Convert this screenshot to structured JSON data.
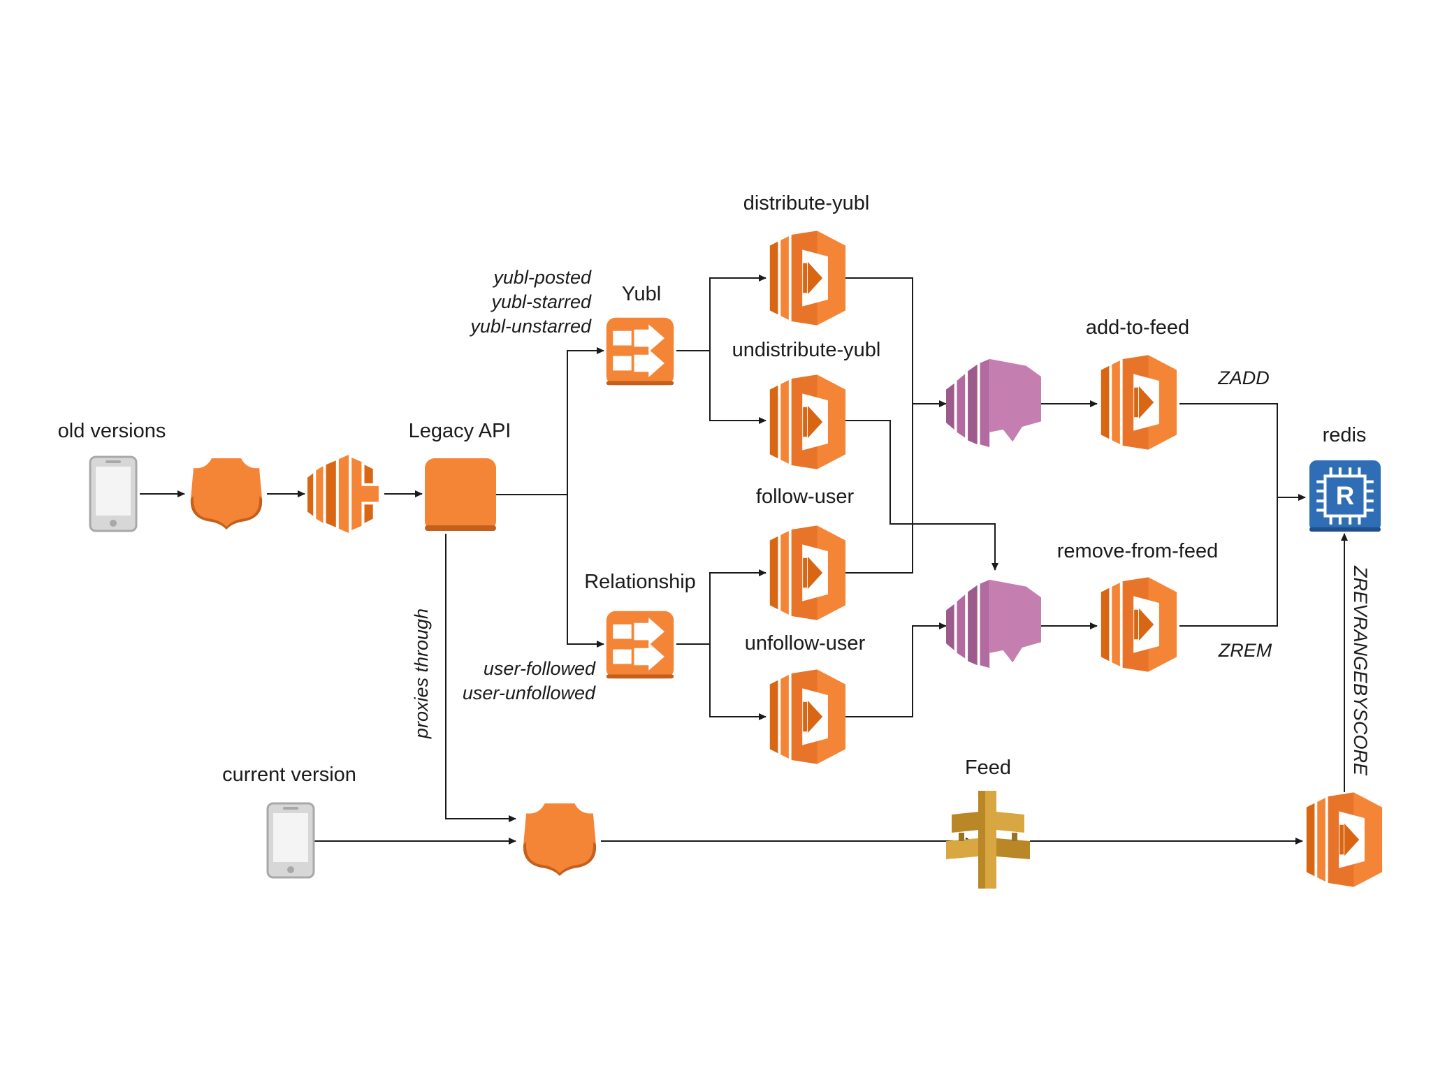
{
  "clients": {
    "old_versions": "old versions",
    "current_version": "current version"
  },
  "legacy_api": "Legacy API",
  "proxies_through": "proxies through",
  "streams": {
    "yubl": "Yubl",
    "relationship": "Relationship",
    "yubl_events": [
      "yubl-posted",
      "yubl-starred",
      "yubl-unstarred"
    ],
    "relationship_events": [
      "user-followed",
      "user-unfollowed"
    ]
  },
  "functions": {
    "distribute_yubl": "distribute-yubl",
    "undistribute_yubl": "undistribute-yubl",
    "follow_user": "follow-user",
    "unfollow_user": "unfollow-user",
    "add_to_feed": "add-to-feed",
    "remove_from_feed": "remove-from-feed"
  },
  "commands": {
    "zadd": "ZADD",
    "zrem": "ZREM",
    "zrevrangebyscore": "ZREVRANGEBYSCORE"
  },
  "redis": "redis",
  "feed": "Feed",
  "colors": {
    "aws_orange": "#f58536",
    "aws_orange_dark": "#d86613",
    "sqs_pink": "#c57eb0",
    "sqs_pink_dark": "#9d5b8d",
    "appsync_gold": "#d9a741",
    "redis_blue": "#2f6db5"
  }
}
